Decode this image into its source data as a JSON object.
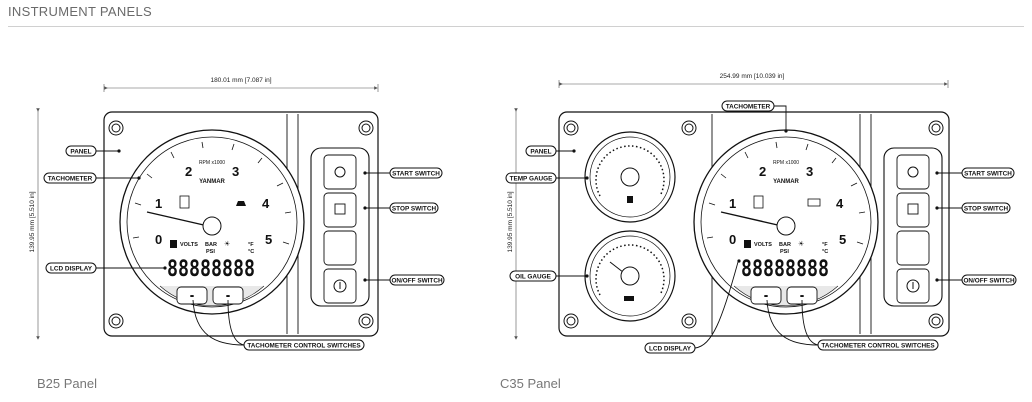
{
  "header": {
    "title": "INSTRUMENT PANELS"
  },
  "panels": [
    {
      "caption": "B25 Panel",
      "width_dim": "180.01 mm [7.087 in]",
      "height_dim": "139.95 mm [5.510 in]",
      "labels": {
        "panel": "PANEL",
        "tachometer": "TACHOMETER",
        "lcd_display": "LCD DISPLAY",
        "start_switch": "START SWITCH",
        "stop_switch": "STOP SWITCH",
        "onoff_switch": "ON/OFF SWITCH",
        "control_switches": "TACHOMETER CONTROL SWITCHES"
      }
    },
    {
      "caption": "C35 Panel",
      "width_dim": "254.99 mm [10.039 in]",
      "height_dim": "139.95 mm [5.510 in]",
      "labels": {
        "panel": "PANEL",
        "temp_gauge": "TEMP GAUGE",
        "oil_gauge": "OIL GAUGE",
        "tachometer": "TACHOMETER",
        "lcd_display": "LCD DISPLAY",
        "start_switch": "START SWITCH",
        "stop_switch": "STOP SWITCH",
        "onoff_switch": "ON/OFF SWITCH",
        "control_switches": "TACHOMETER CONTROL SWITCHES"
      }
    }
  ],
  "gauge": {
    "rpm_label": "RPM x1000",
    "brand": "YANMAR",
    "numerals": [
      "0",
      "1",
      "2",
      "3",
      "4",
      "5"
    ],
    "lcd_units": [
      "VOLTS",
      "BAR",
      "PSI",
      "°F",
      "°C"
    ],
    "lcd_digits": "88888888"
  },
  "icons": [
    "start-key-icon",
    "stop-icon",
    "onoff-icon",
    "oil-can-icon",
    "fuel-pump-icon",
    "battery-icon",
    "temperature-icon",
    "sun-icon"
  ]
}
